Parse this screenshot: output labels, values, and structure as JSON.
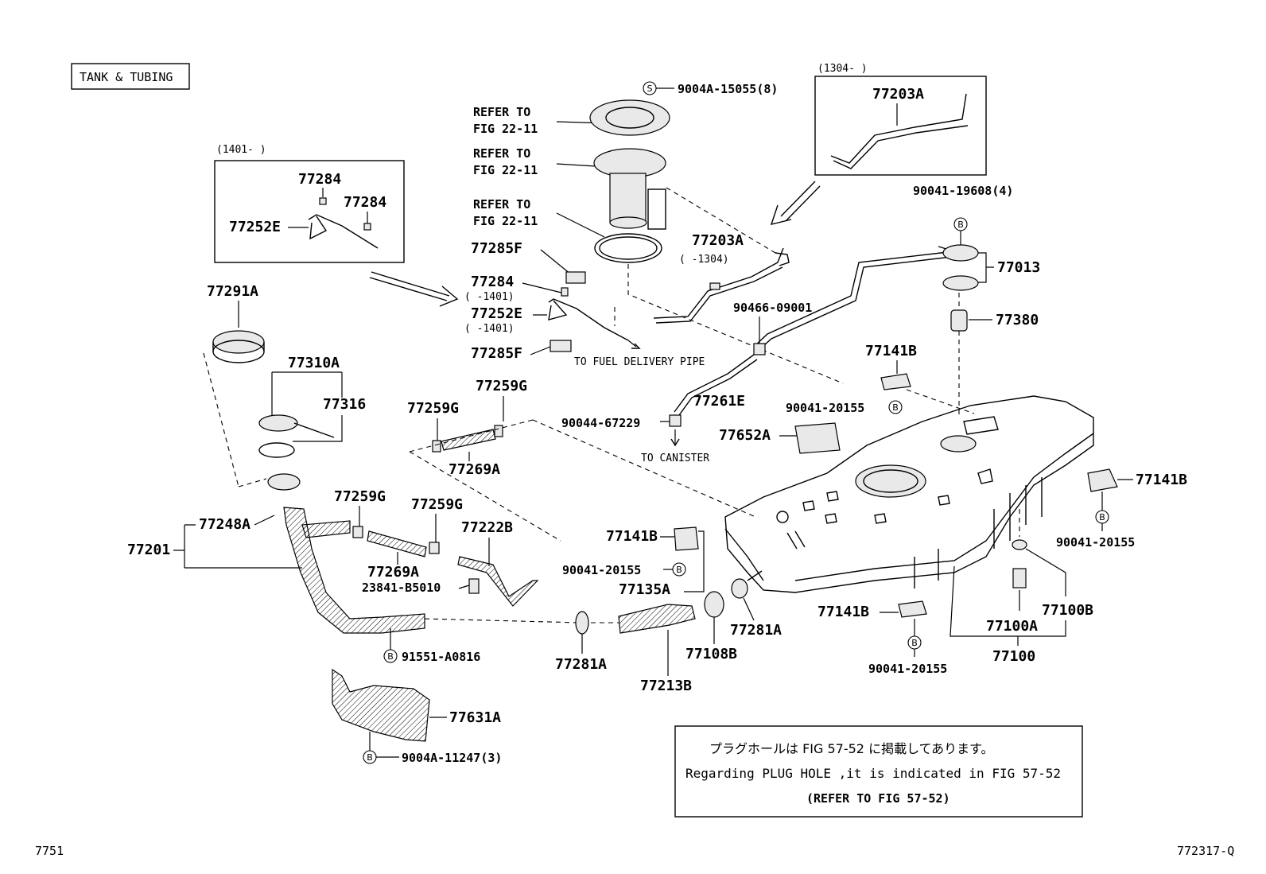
{
  "title": "TANK & TUBING",
  "footer_left": "7751",
  "footer_right": "772317-Q",
  "insets": {
    "left_date": "(1401-        )",
    "right_date": "(1304-        )"
  },
  "refer": {
    "r1a": "REFER TO",
    "r1b": "FIG 22-11",
    "r2a": "REFER TO",
    "r2b": "FIG 22-11",
    "r3a": "REFER TO",
    "r3b": "FIG 22-11"
  },
  "labels": {
    "bolt_9004a15055": "9004A-15055(8)",
    "p77203a_inset": "77203A",
    "p77203a": "77203A",
    "p77203a_range": "(      -1304)",
    "p77284_a": "77284",
    "p77284_b": "77284",
    "p77252e_inset": "77252E",
    "p90041_19608": "90041-19608(4)",
    "p77013": "77013",
    "p77285f_top": "77285F",
    "p77284": "77284",
    "p77284_range": "(      -1401)",
    "p77252e": "77252E",
    "p77252e_range": "(      -1401)",
    "p77285f_bot": "77285F",
    "to_fuel_delivery": "TO FUEL DELIVERY PIPE",
    "p77291a": "77291A",
    "p90466": "90466-09001",
    "p77380": "77380",
    "p77141b_top": "77141B",
    "p77310a": "77310A",
    "p77316": "77316",
    "p77259g_1": "77259G",
    "p77259g_2": "77259G",
    "p77261e": "77261E",
    "p90041_20155_top": "90041-20155",
    "p90044": "90044-67229",
    "p77652a": "77652A",
    "to_canister": "TO CANISTER",
    "p77269a_1": "77269A",
    "p77141b_right": "77141B",
    "p77259g_3": "77259G",
    "p77259g_4": "77259G",
    "p77222b": "77222B",
    "p77248a": "77248A",
    "p77201": "77201",
    "p77141b_mid": "77141B",
    "p90041_20155_right": "90041-20155",
    "p77269a_2": "77269A",
    "p90041_20155_mid": "90041-20155",
    "p23841": "23841-B5010",
    "p77135a": "77135A",
    "p77100b": "77100B",
    "p77100a": "77100A",
    "p77141b_bot": "77141B",
    "p77281a_right": "77281A",
    "p91551": "91551-A0816",
    "p77108b": "77108B",
    "p77100": "77100",
    "p77281a_left": "77281A",
    "p90041_20155_bot": "90041-20155",
    "p77213b": "77213B",
    "p77631a": "77631A",
    "p9004a_11247": "9004A-11247(3)"
  },
  "markers": {
    "S": "S",
    "B": "B"
  },
  "notice": {
    "jp": "プラグホールは FIG 57-52 に掲載してあります。",
    "en": "Regarding PLUG HOLE ,it is indicated in FIG 57-52",
    "refer": "(REFER TO FIG 57-52)"
  }
}
